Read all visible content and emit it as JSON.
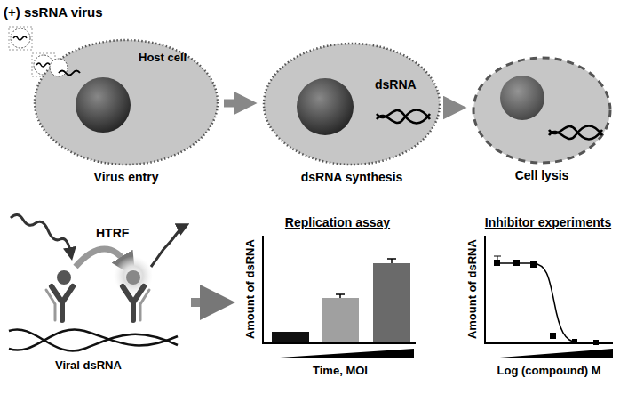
{
  "diagram": {
    "nodes": [
      {
        "text": [
          "Host cell",
          "Virus entry"
        ]
      },
      {
        "text": [
          "dsRNA",
          "dsRNA synthesis"
        ]
      },
      {
        "text": [
          "Cell lysis"
        ]
      }
    ],
    "edges": [
      {
        "from": 0,
        "to": 1,
        "arrow": "to"
      },
      {
        "from": 1,
        "to": 2,
        "arrow": "to"
      }
    ],
    "labels": [
      "(+) ssRNA virus",
      "HTRF",
      "Viral dsRNA",
      "Replication assay",
      "Amount of dsRNA",
      "Time, MOI",
      "Inhibitor experiments",
      "Amount of dsRNA",
      "Log (compound) M"
    ]
  }
}
